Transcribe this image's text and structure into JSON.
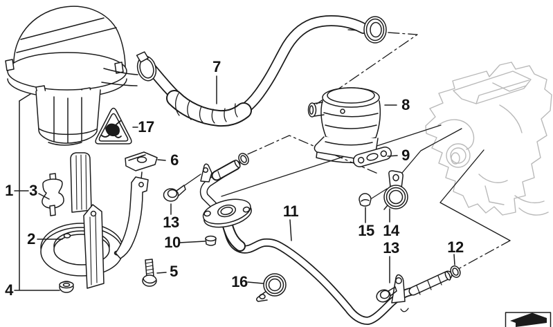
{
  "diagram": {
    "kind": "exploded-parts-diagram",
    "colors": {
      "line": "#1b1b1b",
      "engine_outline": "#b9b9b9",
      "background": "#ffffff"
    }
  },
  "callouts": {
    "c1": "1",
    "c2": "2",
    "c3": "3",
    "c4": "4",
    "c5": "5",
    "c6": "6",
    "c7": "7",
    "c8": "8",
    "c9": "9",
    "c10": "10",
    "c11": "11",
    "c12": "12",
    "c13a": "13",
    "c13b": "13",
    "c14": "14",
    "c15": "15",
    "c16": "16",
    "c17": "17"
  },
  "icons": {
    "warning_triangle": "pinch-hazard-warning-triangle",
    "page_turn": "continued-on-next-page"
  }
}
